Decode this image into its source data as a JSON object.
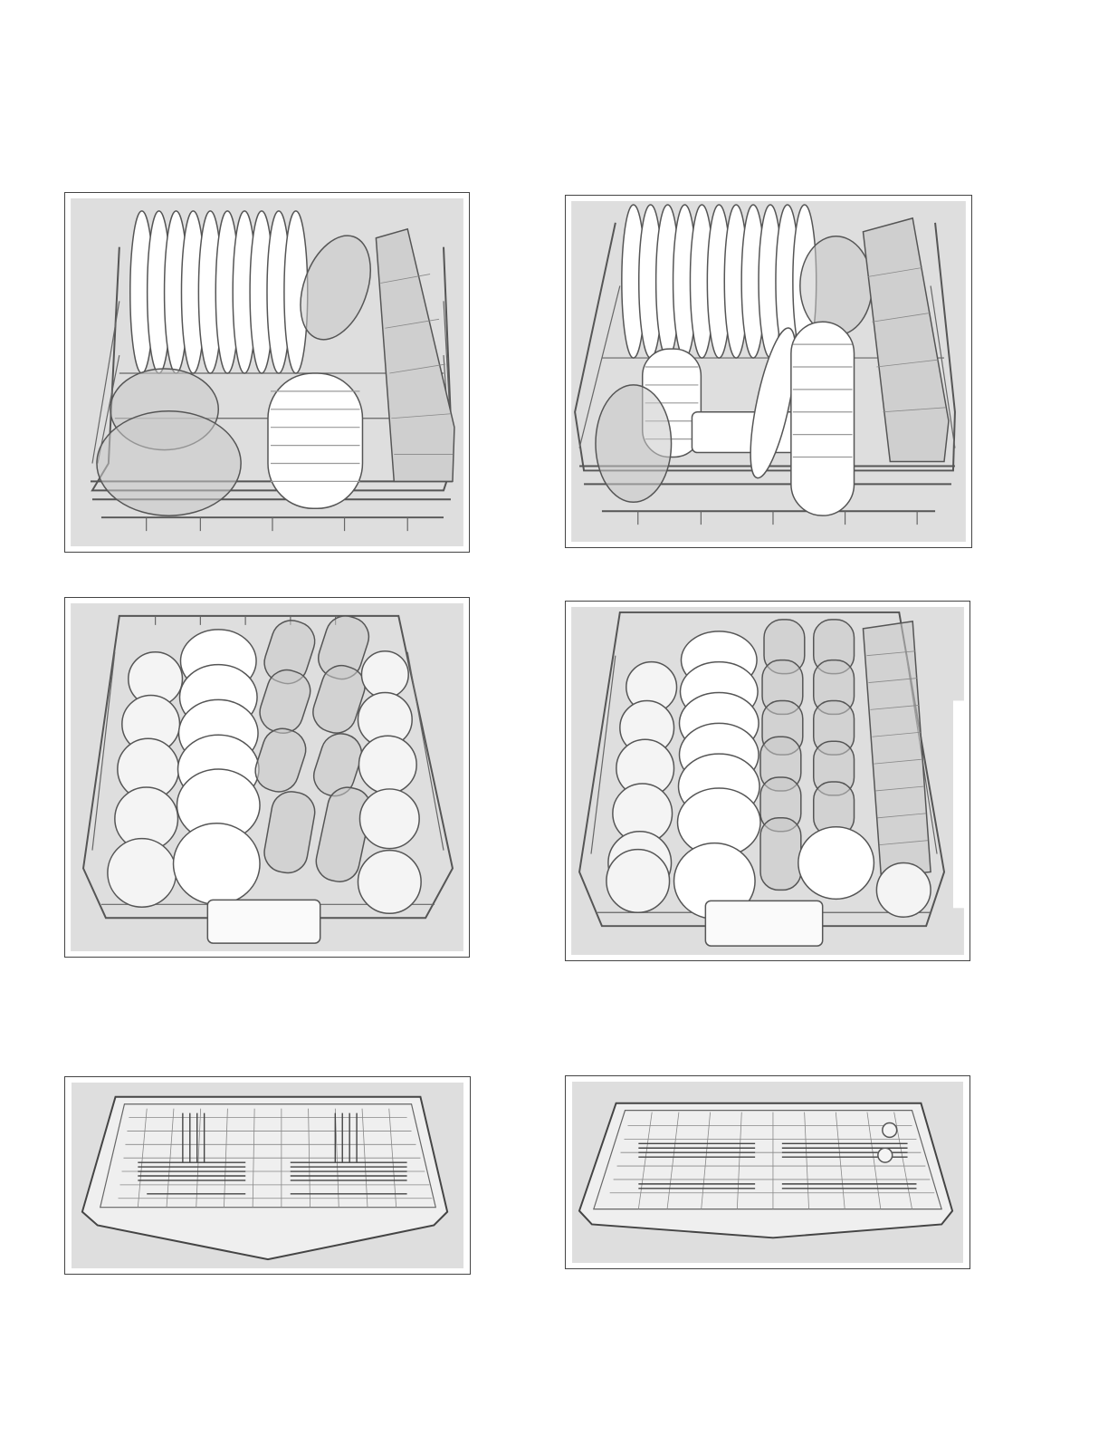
{
  "document": {
    "panels": [
      {
        "id": "p1",
        "name": "lower-rack-plates-bowls"
      },
      {
        "id": "p2",
        "name": "lower-rack-plates-serving-dish"
      },
      {
        "id": "p3",
        "name": "upper-rack-cups-glasses"
      },
      {
        "id": "p4",
        "name": "upper-rack-cups-glasses-tray"
      },
      {
        "id": "p5",
        "name": "cutlery-drawer-large"
      },
      {
        "id": "p6",
        "name": "cutlery-drawer-flat"
      }
    ]
  }
}
